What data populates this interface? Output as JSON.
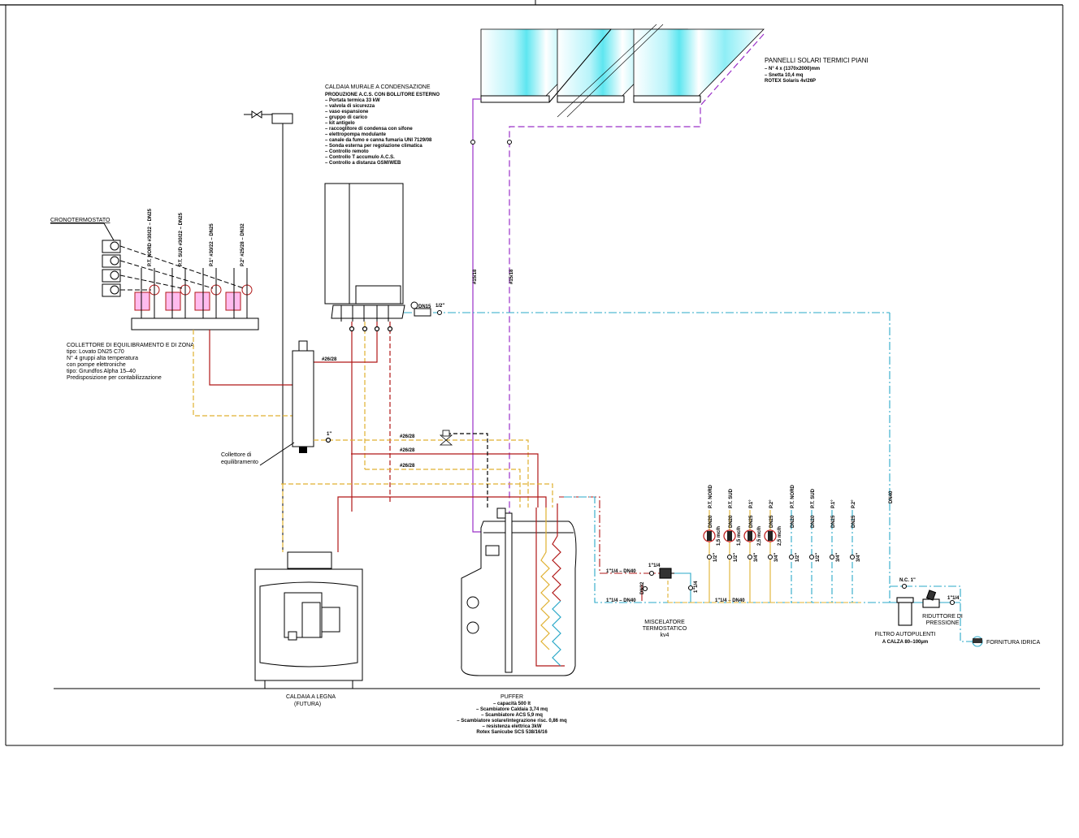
{
  "colors": {
    "flow_red": "#b01818",
    "return_yellow": "#e0b030",
    "solar_purple": "#9a30c8",
    "cold_water_blue": "#2aa8c8",
    "panel_cyan": "#5ee6f0",
    "line_black": "#000000"
  },
  "solar_panels": {
    "title": "PANNELLI SOLARI TERMICI PIANI",
    "lines": [
      "– N° 4 x (1370x2000)mm",
      "– Snetta 10,4 mq",
      "ROTEX Solaris 4v/26P"
    ],
    "pipe_label_supply": "#15/18",
    "pipe_label_return": "#15/18"
  },
  "boiler_wall": {
    "title": "CALDAIA MURALE A CONDENSAZIONE",
    "subtitle": "PRODUZIONE A.C.S. CON BOLLITORE ESTERNO",
    "items": [
      "– Portata termica 33 kW",
      "– valvola di sicurezza",
      "– vaso espansione",
      "– gruppo di carico",
      "– kit antigelo",
      "– raccoglitore di condensa con sifone",
      "– elettropompa modulante",
      "– canale da fumo e canna fumaria UNI 7129/08",
      "– Sonda esterna per regolazione climatica",
      "– Controllo remoto",
      "– Controllo T accumulo A.C.S.",
      "– Controllo a distanza GSM/WEB"
    ],
    "pipe_label": "#26/28",
    "gas_label": "DN15",
    "gas_size": "1/2\""
  },
  "chronothermostat": {
    "label": "CRONOTERMOSTATO"
  },
  "zone_manifold": {
    "title": "COLLETTORE DI EQUILIBRAMENTO E DI ZONA",
    "lines": [
      "tipo: Lovato DN25 C70",
      "N° 4 gruppi alta temperatura",
      "con pompe elettroniche",
      "tipo: Grundfos Alpha 15–40",
      "Predisposizione per contabilizzazione"
    ],
    "zones": [
      "P.T. NORD #30/22 – DN25",
      "P.T. SUD #30/22 – DN25",
      "P.1° #30/22 – DN25",
      "P.2° #25/28 – DN32"
    ]
  },
  "balancing_header": {
    "label_line1": "Collettore di",
    "label_line2": "equilibramento",
    "valve_size": "1\""
  },
  "mid_pipes": {
    "labels": [
      "#26/28",
      "#26/28",
      "#26/28"
    ]
  },
  "wood_boiler": {
    "label_line1": "CALDAIA A LEGNA",
    "label_line2": "(FUTURA)"
  },
  "puffer": {
    "title": "PUFFER",
    "lines": [
      "– capacità 500 lt",
      "– Scambiatore Caldaia 3,74 mq",
      "– Scambiatore ACS 5,9 mq",
      "– Scambiatore solare/integrazione risc. 0,86 mq",
      "– resistenza elettrica 3kW",
      "Rotex Sanicube SCS 538/16/16"
    ]
  },
  "mixer": {
    "label_line1": "MISCELATORE",
    "label_line2": "TERMOSTATICO",
    "label_line3": "kv4",
    "pipe_top": "1\"1/4 – DN40",
    "pipe_bottom": "1\"1/4 – DN40",
    "pipe_right": "1\"1/4 – DN40",
    "valve_top": "1\"1/4",
    "valve_right": "1\"1/4",
    "check_label": "DN32"
  },
  "hot_outlets": [
    {
      "zone": "P.T. NORD",
      "dn": "DN20",
      "flow": "1,5 mc/h",
      "size": "1/2\""
    },
    {
      "zone": "P.T. SUD",
      "dn": "DN20",
      "flow": "1,5 mc/h",
      "size": "1/2\""
    },
    {
      "zone": "P.1°",
      "dn": "DN25",
      "flow": "2,5 mc/h",
      "size": "3/4\""
    },
    {
      "zone": "P.2°",
      "dn": "DN25",
      "flow": "2,5 mc/h",
      "size": "3/4\""
    }
  ],
  "cold_outlets": [
    {
      "zone": "P.T. NORD",
      "dn": "DN20",
      "size": "1/2\""
    },
    {
      "zone": "P.T. SUD",
      "dn": "DN20",
      "size": "1/2\""
    },
    {
      "zone": "P.1°",
      "dn": "DN25",
      "size": "3/4\""
    },
    {
      "zone": "P.2°",
      "dn": "DN25",
      "size": "3/4\""
    }
  ],
  "water_supply": {
    "riser_label": "DN40",
    "valve_nc": "N.C. 1\"",
    "valve_main": "1\"1/4",
    "reducer_line1": "RIDUTTORE DI",
    "reducer_line2": "PRESSIONE",
    "filter_line1": "FILTRO AUTOPULENTI",
    "filter_line2": "A CALZA 80–100µm",
    "supply_label": "FORNITURA IDRICA"
  }
}
